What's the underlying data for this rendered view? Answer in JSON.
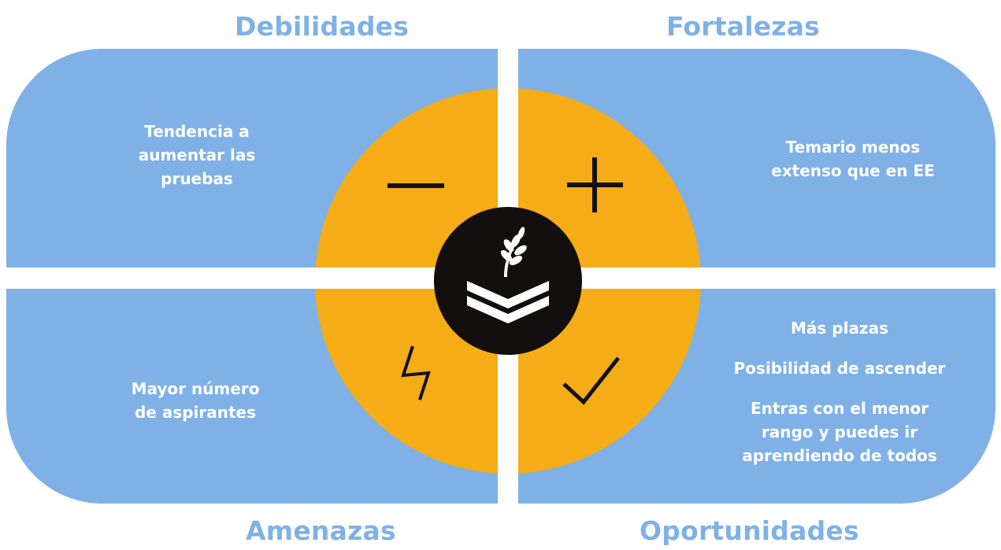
{
  "colors": {
    "quadrant": "#7fb1e6",
    "circle": "#f5ac16",
    "center": "#140f0f",
    "text": "#ffffff",
    "heading": "#7fb1e6"
  },
  "headings": {
    "debilidades": "Debilidades",
    "fortalezas": "Fortalezas",
    "amenazas": "Amenazas",
    "oportunidades": "Oportunidades"
  },
  "debilidades": {
    "lines": [
      "Tendencia a",
      "aumentar las",
      "pruebas"
    ],
    "icon": "minus-icon"
  },
  "fortalezas": {
    "lines": [
      "Temario menos",
      "extenso que en EE"
    ],
    "icon": "plus-icon"
  },
  "amenazas": {
    "lines": [
      "Mayor número",
      "de aspirantes"
    ],
    "icon": "lightning-icon"
  },
  "oportunidades": {
    "items": [
      "Más plazas",
      "Posibilidad de ascender"
    ],
    "last_lines": [
      "Entras con el menor",
      "rango y puedes ir",
      "aprendiendo de todos"
    ],
    "icon": "checkmark-icon"
  },
  "center_logo": "wheat-chevron-logo"
}
